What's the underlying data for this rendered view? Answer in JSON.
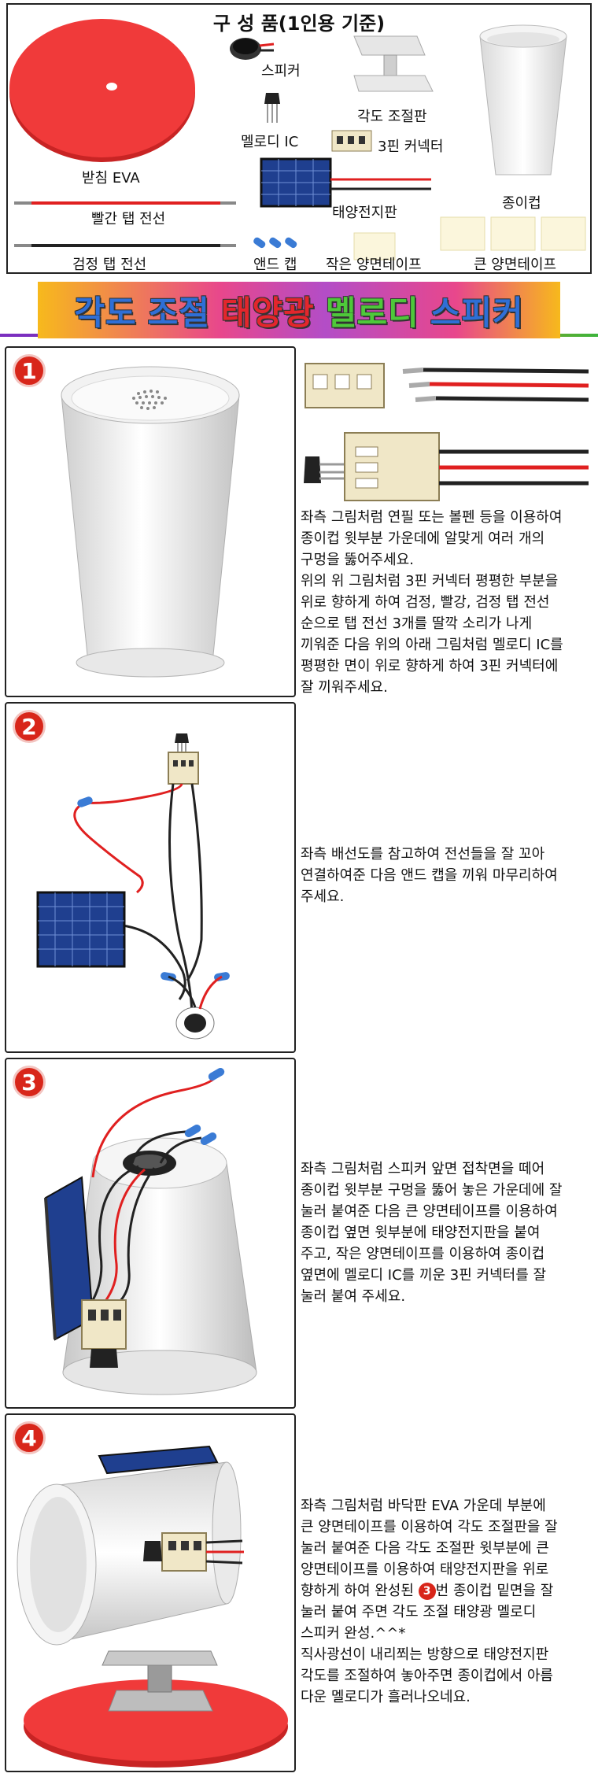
{
  "components": {
    "title": "구 성 품(1인용 기준)",
    "labels": {
      "speaker": "스피커",
      "angle_plate": "각도 조절판",
      "melody_ic": "멜로디 IC",
      "connector_3pin": "3핀 커넥터",
      "base_eva": "받침 EVA",
      "solar_panel": "태양전지판",
      "paper_cup": "종이컵",
      "red_wire": "빨간 탭 전선",
      "black_wire": "검정 탭 전선",
      "end_cap": "앤드 캡",
      "small_tape": "작은 양면테이프",
      "big_tape": "큰 양면테이프"
    }
  },
  "banner": {
    "word1": "각도",
    "word2": "조절",
    "word3": "태양광",
    "word4": "멜로디",
    "word5": "스피커"
  },
  "colors": {
    "eva_red": "#f03a3a",
    "badge_red": "#d8261a",
    "solar_blue": "#1f3f8f",
    "wire_red": "#e02020",
    "end_cap_blue": "#3a7bd5",
    "tape": "#fbf6dc"
  },
  "steps": [
    {
      "number": "1",
      "text": "좌측 그림처럼 연필 또는 볼펜 등을 이용하여\n종이컵 윗부분 가운데에 알맞게 여러 개의\n구멍을 뚫어주세요.\n위의 위 그림처럼 3핀 커넥터 평평한 부분을\n위로 향하게 하여 검정, 빨강, 검정 탭 전선\n순으로 탭 전선 3개를 딸깍 소리가 나게\n끼워준 다음 위의 아래 그림처럼 멜로디 IC를\n평평한 면이 위로 향하게 하여 3핀 커넥터에\n잘 끼워주세요."
    },
    {
      "number": "2",
      "text": "좌측 배선도를 참고하여 전선들을 잘 꼬아\n연결하여준 다음 앤드 캡을 끼워 마무리하여\n주세요."
    },
    {
      "number": "3",
      "text": "좌측 그림처럼 스피커 앞면 접착면을 떼어\n종이컵 윗부분 구멍을 뚫어 놓은 가운데에 잘\n눌러 붙여준 다음 큰 양면테이프를 이용하여\n종이컵 옆면 윗부분에 태양전지판을 붙여\n주고, 작은 양면테이프를 이용하여 종이컵\n옆면에 멜로디 IC를 끼운 3핀 커넥터를 잘\n눌러 붙여 주세요."
    },
    {
      "number": "4",
      "text_a": "좌측 그림처럼 바닥판 EVA 가운데 부분에\n큰 양면테이프를 이용하여 각도 조절판을 잘\n눌러 붙여준 다음 각도 조절판 윗부분에 큰\n양면테이프를 이용하여 태양전지판을 위로\n향하게 하여 완성된 ",
      "ref_badge": "3",
      "text_b": "번 종이컵 밑면을 잘\n눌러 붙여 주면 각도 조절 태양광 멜로디\n스피커 완성.^^*\n직사광선이 내리쬐는 방향으로 태양전지판\n각도를 조절하여 놓아주면 종이컵에서 아름\n다운 멜로디가 흘러나오네요."
    }
  ]
}
